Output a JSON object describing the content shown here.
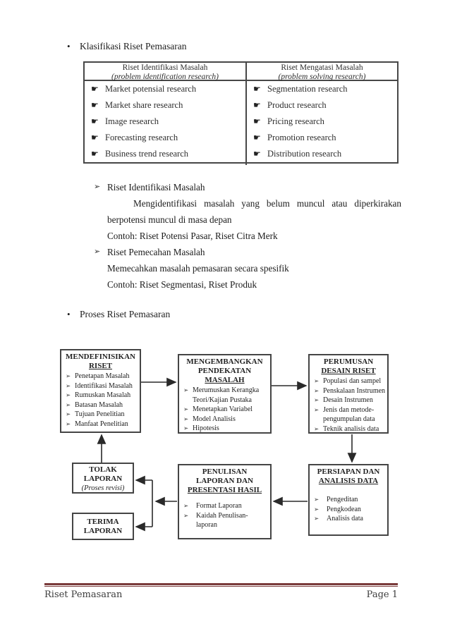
{
  "icons": {
    "dot_bullet": "•",
    "hand_bullet": "☛",
    "arrow_bullet": "➢"
  },
  "headings": {
    "klasifikasi": "Klasifikasi Riset Pemasaran",
    "proses": "Proses Riset Pemasaran"
  },
  "classification_table": {
    "left": {
      "title": "Riset Identifikasi Masalah",
      "subtitle": "(problem identification research)",
      "items": [
        "Market potensial research",
        "Market share research",
        "Image research",
        "Forecasting research",
        "Business trend research"
      ]
    },
    "right": {
      "title": "Riset Mengatasi Masalah",
      "subtitle": "(problem solving research)",
      "items": [
        "Segmentation research",
        "Product research",
        "Pricing research",
        "Promotion research",
        "Distribution research"
      ]
    }
  },
  "notes": {
    "note1": {
      "title": "Riset Identifikasi Masalah",
      "paragraph": "Mengidentifikasi masalah yang belum muncul atau diperkirakan berpotensi muncul di masa depan",
      "example": "Contoh: Riset Potensi Pasar, Riset Citra Merk"
    },
    "note2": {
      "title": "Riset Pemecahan Masalah",
      "description": "Memecahkan masalah pemasaran secara spesifik",
      "example": "Contoh: Riset Segmentasi, Riset Produk"
    }
  },
  "flowchart": {
    "define_research": {
      "title1": "MENDEFINISIKAN",
      "title2": "RISET",
      "items": [
        "Penetapan Masalah",
        "Identifikasi Masalah",
        "Rumuskan Masalah",
        "Batasan Masalah",
        "Tujuan Penelitian",
        "Manfaat Penelitian"
      ]
    },
    "develop_approach": {
      "title1": "MENGEMBANGKAN",
      "title2": "PENDEKATAN",
      "title3": "MASALAH",
      "lines": [
        "Merumuskan Kerangka",
        "Teori/Kajian Pustaka",
        "Menetapkan Variabel",
        "Model Analisis",
        "Hipotesis"
      ]
    },
    "research_design": {
      "title1": "PERUMUSAN",
      "title2": "DESAIN RISET",
      "lines": [
        "Populasi dan sampel",
        "Penskalaan Instrumen",
        "Desain Instrumen",
        "Jenis dan metode-",
        "pengumpulan data",
        "Teknik analisis data"
      ]
    },
    "reject_report": {
      "title1": "TOLAK",
      "title2": "LAPORAN",
      "subtitle": "(Proses revisi)"
    },
    "accept_report": {
      "title1": "TERIMA",
      "title2": "LAPORAN"
    },
    "report_writing": {
      "title1": "PENULISAN",
      "title2": "LAPORAN DAN",
      "title3": "PRESENTASI HASIL",
      "lines": [
        "Format Laporan",
        "Kaidah Penulisan-",
        "laporan"
      ]
    },
    "data_preparation": {
      "title1": "PERSIAPAN DAN",
      "title2": "ANALISIS DATA",
      "lines": [
        "Pengeditan",
        "Pengkodean",
        "Analisis data"
      ]
    }
  },
  "footer": {
    "doc_title": "Riset Pemasaran",
    "page_number": "Page 1",
    "rule_color": "#7a3b3b"
  }
}
